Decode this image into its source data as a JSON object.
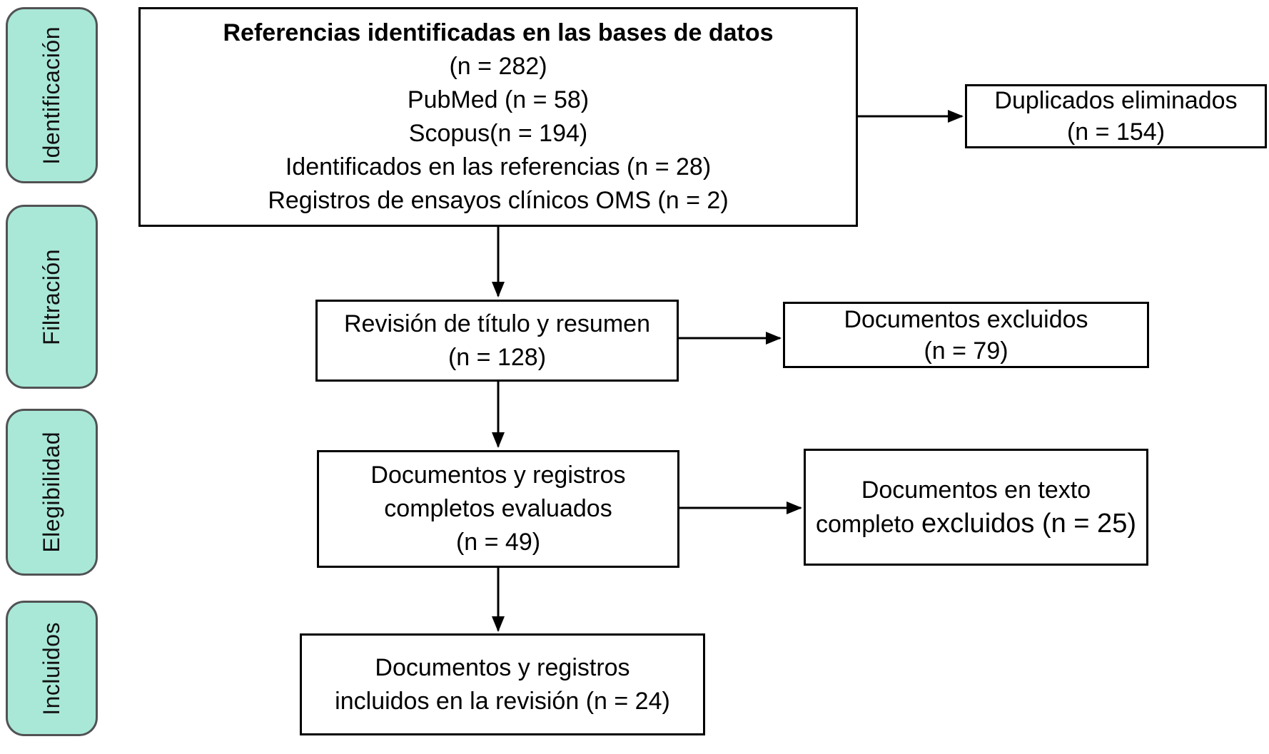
{
  "colors": {
    "stage_fill": "#a9e8d7",
    "stage_border": "#515254",
    "node_border": "#000000",
    "arrow": "#000000",
    "background": "#ffffff",
    "text": "#000000"
  },
  "stages": [
    {
      "label": "Identificación"
    },
    {
      "label": "Filtración"
    },
    {
      "label": "Elegibilidad"
    },
    {
      "label": "Incluidos"
    }
  ],
  "boxes": {
    "identified": {
      "title": "Referencias identificadas en las bases de datos",
      "lines": [
        "(n = 282)",
        "PubMed (n = 58)",
        "Scopus(n = 194)",
        "Identificados en las referencias (n = 28)",
        "Registros de ensayos clínicos OMS (n = 2)"
      ]
    },
    "duplicates_removed": {
      "lines": [
        "Duplicados eliminados",
        "(n = 154)"
      ]
    },
    "title_abstract_review": {
      "lines": [
        "Revisión de título y resumen",
        "(n = 128)"
      ]
    },
    "documents_excluded": {
      "lines": [
        "Documentos excluidos",
        "(n = 79)"
      ]
    },
    "fulltext_evaluated": {
      "lines": [
        "Documentos y registros",
        "completos evaluados",
        "(n = 49)"
      ]
    },
    "fulltext_excluded": {
      "line1": "Documentos en texto",
      "line2_part1": "completo",
      "line2_part2": "excluidos (n = 25)"
    },
    "included_in_review": {
      "lines": [
        "Documentos y registros",
        "incluidos en la revisión (n = 24)"
      ]
    }
  }
}
